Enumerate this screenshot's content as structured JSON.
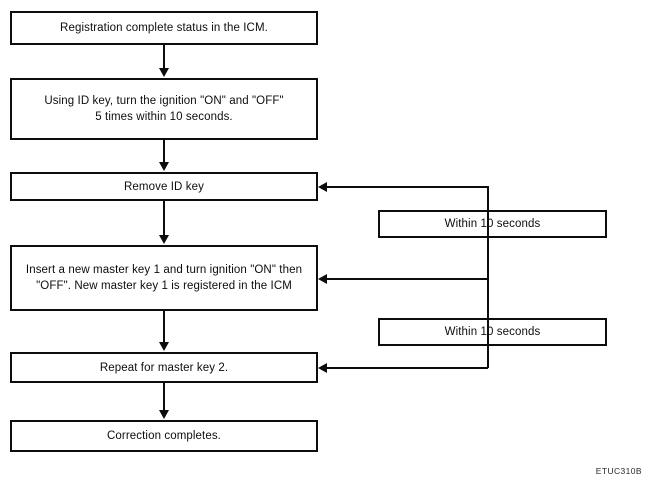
{
  "diagram": {
    "title": "ICM key registration correction flowchart",
    "caption": "ETUC310B",
    "line_color": "#0d0d0d",
    "background_color": "#ffffff",
    "steps": [
      {
        "id": "step-1",
        "label": "Registration complete status in the ICM."
      },
      {
        "id": "step-2",
        "label": "Using ID key, turn the ignition \"ON\" and \"OFF\"\n5 times within 10 seconds."
      },
      {
        "id": "step-3",
        "label": "Remove ID key"
      },
      {
        "id": "step-4",
        "label": "Insert a new master key 1 and turn ignition \"ON\" then \"OFF\". New master key 1 is registered in the ICM"
      },
      {
        "id": "step-5",
        "label": "Repeat for master key 2."
      },
      {
        "id": "step-6",
        "label": "Correction completes."
      }
    ],
    "timers": [
      {
        "id": "timer-1",
        "label": "Within 10 seconds"
      },
      {
        "id": "timer-2",
        "label": "Within 10 seconds"
      }
    ]
  }
}
